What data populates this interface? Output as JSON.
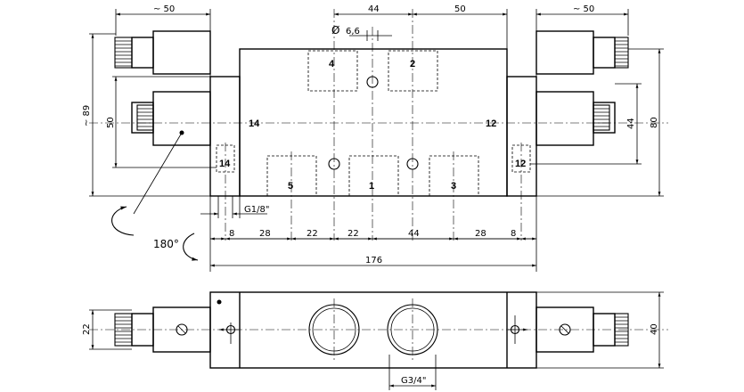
{
  "dimensions": {
    "coil_len_left": "~ 50",
    "coil_len_right": "~ 50",
    "port_spacing_44": "44",
    "port_spacing_50": "50",
    "hole_dia": "6,6",
    "height_89": "~ 89",
    "height_50": "50",
    "height_44": "44",
    "height_80": "80",
    "pilot_thread": "G1/8\"",
    "bottom_dims": [
      "8",
      "28",
      "22",
      "22",
      "44",
      "28",
      "8"
    ],
    "overall_length": "176",
    "width_22": "22",
    "width_40": "40",
    "main_thread": "G3/4\""
  },
  "ports": {
    "p4": "4",
    "p2": "2",
    "p5": "5",
    "p1": "1",
    "p3": "3",
    "pilot_left": "14",
    "pilot_right": "12",
    "pilot_left_small": "14",
    "pilot_right_small": "12"
  },
  "rotation_label": "180°",
  "diameter_symbol": "Ø"
}
